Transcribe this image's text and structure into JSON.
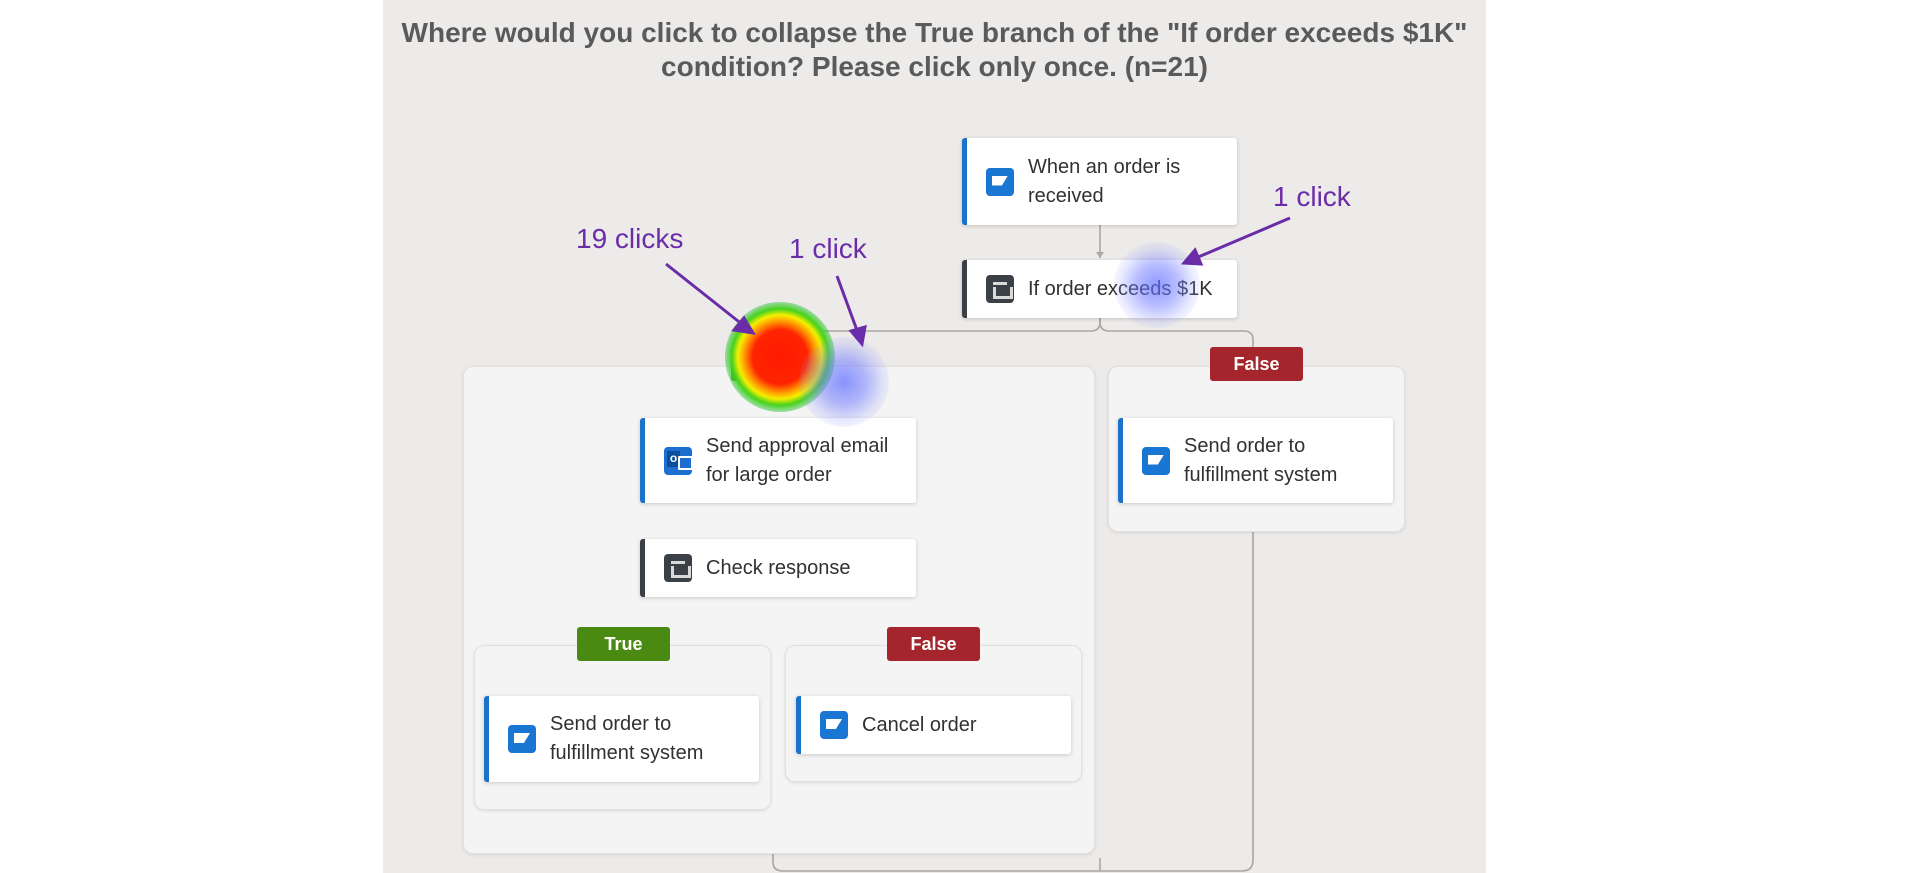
{
  "question": "Where would you click to collapse the True branch of the \"If order exceeds $1K\" condition? Please click only once. (n=21)",
  "nodes": {
    "trigger": {
      "label": "When an order is received",
      "icon": "sap-icon"
    },
    "condition_main": {
      "label": "If order exceeds $1K",
      "icon": "condition-icon"
    },
    "approval_email": {
      "label": "Send approval email for large order",
      "icon": "outlook-icon"
    },
    "check_response": {
      "label": "Check response",
      "icon": "condition-icon"
    },
    "inner_true_action": {
      "label": "Send order to fulfillment system",
      "icon": "sap-icon"
    },
    "inner_false_action": {
      "label": "Cancel order",
      "icon": "sap-icon"
    },
    "outer_false_action": {
      "label": "Send order to fulfillment system",
      "icon": "sap-icon"
    }
  },
  "badges": {
    "outer_false": "False",
    "inner_true": "True",
    "inner_false": "False"
  },
  "annotations": {
    "a19": "19 clicks",
    "a1_left": "1 click",
    "a1_right": "1 click"
  },
  "colors": {
    "annotation": "#6a2ca8",
    "true_badge": "#4b8a12",
    "false_badge": "#a4262c",
    "sap_icon": "#1976d2",
    "card_accent_blue": "#1a73c9",
    "card_accent_dark": "#3b3f46",
    "panel_background": "#edebe9"
  }
}
